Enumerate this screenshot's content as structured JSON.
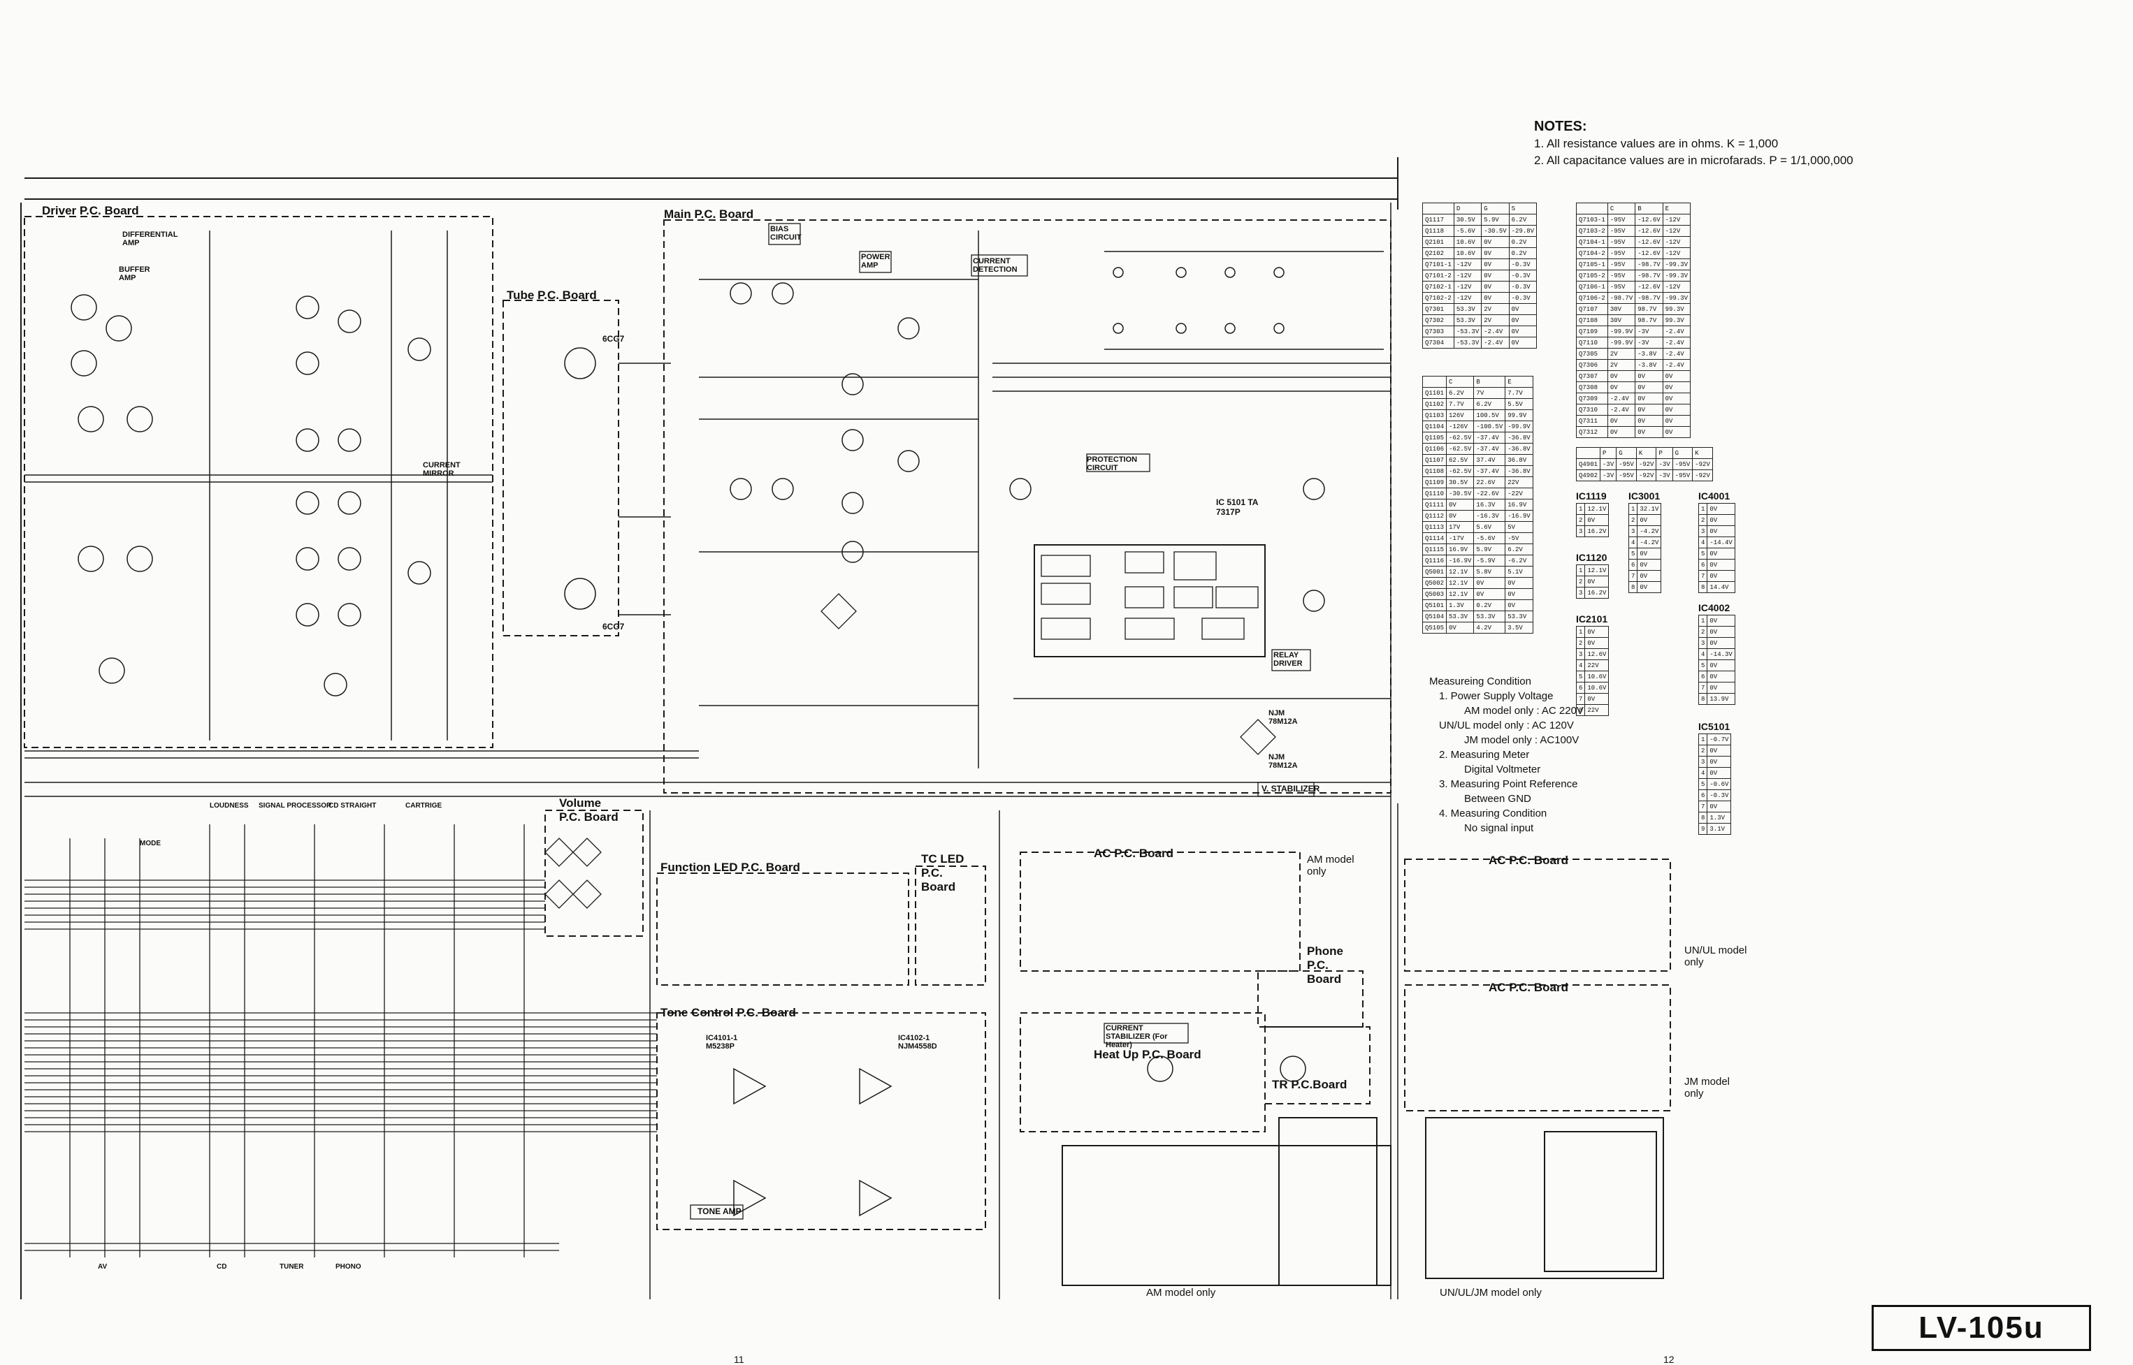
{
  "notes": {
    "title": "NOTES:",
    "items": [
      "1.  All resistance values are in ohms.  K = 1,000",
      "2.  All capacitance values are in microfarads.  P = 1/1,000,000"
    ]
  },
  "boards": {
    "driver": "Driver P.C. Board",
    "tube": "Tube P.C. Board",
    "main": "Main P.C. Board",
    "volume": "Volume P.C. Board",
    "function_led": "Function LED P.C. Board",
    "tc_led": "TC LED P.C. Board",
    "tone_control": "Tone Control P.C. Board",
    "ac_am": "AC P.C. Board",
    "ac_unul": "AC P.C. Board",
    "ac_jm": "AC P.C. Board",
    "phone": "Phone P.C. Board",
    "heat_up": "Heat Up P.C. Board",
    "tr": "TR P.C.Board"
  },
  "circuit_labels": {
    "protection": "PROTECTION CIRCUIT",
    "bias": "BIAS CIRCUIT",
    "current_detection": "CURRENT DETECTION",
    "power_amp": "POWER AMP",
    "relay_driver": "RELAY DRIVER",
    "v_stabilizer": "V. STABILIZER",
    "current_stabilizer": "CURRENT STABILIZER (For Heater)",
    "tone_amp": "TONE AMP",
    "differential_amp": "DIFFERENTIAL AMP",
    "buffer_amp": "BUFFER AMP",
    "current_mirror": "CURRENT MIRROR"
  },
  "voltage_table_1": {
    "header": [
      "",
      "D",
      "G",
      "S"
    ],
    "rows": [
      [
        "Q1117",
        "30.5V",
        "5.9V",
        "6.2V"
      ],
      [
        "Q1118",
        "-5.6V",
        "-30.5V",
        "-29.8V"
      ],
      [
        "Q2101",
        "10.6V",
        "0V",
        "0.2V"
      ],
      [
        "Q2102",
        "10.6V",
        "0V",
        "0.2V"
      ],
      [
        "Q7101-1",
        "-12V",
        "0V",
        "-0.3V"
      ],
      [
        "Q7101-2",
        "-12V",
        "0V",
        "-0.3V"
      ],
      [
        "Q7102-1",
        "-12V",
        "0V",
        "-0.3V"
      ],
      [
        "Q7102-2",
        "-12V",
        "0V",
        "-0.3V"
      ],
      [
        "Q7301",
        "53.3V",
        "2V",
        "0V"
      ],
      [
        "Q7302",
        "53.3V",
        "2V",
        "0V"
      ],
      [
        "Q7303",
        "-53.3V",
        "-2.4V",
        "0V"
      ],
      [
        "Q7304",
        "-53.3V",
        "-2.4V",
        "0V"
      ]
    ]
  },
  "voltage_table_2": {
    "header": [
      "",
      "C",
      "B",
      "E"
    ],
    "rows": [
      [
        "Q7103-1",
        "-95V",
        "-12.6V",
        "-12V"
      ],
      [
        "Q7103-2",
        "-95V",
        "-12.6V",
        "-12V"
      ],
      [
        "Q7104-1",
        "-95V",
        "-12.6V",
        "-12V"
      ],
      [
        "Q7104-2",
        "-95V",
        "-12.6V",
        "-12V"
      ],
      [
        "Q7105-1",
        "-95V",
        "-98.7V",
        "-99.3V"
      ],
      [
        "Q7105-2",
        "-95V",
        "-98.7V",
        "-99.3V"
      ],
      [
        "Q7106-1",
        "-95V",
        "-12.6V",
        "-12V"
      ],
      [
        "Q7106-2",
        "-98.7V",
        "-98.7V",
        "-99.3V"
      ],
      [
        "Q7107",
        "30V",
        "98.7V",
        "99.3V"
      ],
      [
        "Q7108",
        "30V",
        "98.7V",
        "99.3V"
      ],
      [
        "Q7109",
        "-99.9V",
        "-3V",
        "-2.4V"
      ],
      [
        "Q7110",
        "-99.9V",
        "-3V",
        "-2.4V"
      ],
      [
        "Q7305",
        "2V",
        "-3.8V",
        "-2.4V"
      ],
      [
        "Q7306",
        "2V",
        "-3.8V",
        "-2.4V"
      ],
      [
        "Q7307",
        "0V",
        "0V",
        "0V"
      ],
      [
        "Q7308",
        "0V",
        "0V",
        "0V"
      ],
      [
        "Q7309",
        "-2.4V",
        "0V",
        "0V"
      ],
      [
        "Q7310",
        "-2.4V",
        "0V",
        "0V"
      ],
      [
        "Q7311",
        "0V",
        "0V",
        "0V"
      ],
      [
        "Q7312",
        "0V",
        "0V",
        "0V"
      ]
    ]
  },
  "voltage_table_3": {
    "header": [
      "",
      "C",
      "B",
      "E"
    ],
    "rows": [
      [
        "Q1101",
        "6.2V",
        "7V",
        "7.7V"
      ],
      [
        "Q1102",
        "7.7V",
        "6.2V",
        "5.5V"
      ],
      [
        "Q1103",
        "126V",
        "100.5V",
        "99.9V"
      ],
      [
        "Q1104",
        "-126V",
        "-100.5V",
        "-99.9V"
      ],
      [
        "Q1105",
        "-62.5V",
        "-37.4V",
        "-36.8V"
      ],
      [
        "Q1106",
        "-62.5V",
        "-37.4V",
        "-36.8V"
      ],
      [
        "Q1107",
        "62.5V",
        "37.4V",
        "36.8V"
      ],
      [
        "Q1108",
        "-62.5V",
        "-37.4V",
        "-36.8V"
      ],
      [
        "Q1109",
        "30.5V",
        "22.6V",
        "22V"
      ],
      [
        "Q1110",
        "-30.5V",
        "-22.6V",
        "-22V"
      ],
      [
        "Q1111",
        "0V",
        "16.3V",
        "16.9V"
      ],
      [
        "Q1112",
        "0V",
        "-16.3V",
        "-16.9V"
      ],
      [
        "Q1113",
        "17V",
        "5.6V",
        "5V"
      ],
      [
        "Q1114",
        "-17V",
        "-5.6V",
        "-5V"
      ],
      [
        "Q1115",
        "16.9V",
        "5.9V",
        "6.2V"
      ],
      [
        "Q1116",
        "-16.9V",
        "-5.9V",
        "-6.2V"
      ],
      [
        "Q5001",
        "12.1V",
        "5.8V",
        "5.1V"
      ],
      [
        "Q5002",
        "12.1V",
        "0V",
        "0V"
      ],
      [
        "Q5003",
        "12.1V",
        "0V",
        "0V"
      ],
      [
        "Q5101",
        "1.3V",
        "0.2V",
        "0V"
      ],
      [
        "Q5104",
        "53.3V",
        "53.3V",
        "53.3V"
      ],
      [
        "Q5105",
        "0V",
        "4.2V",
        "3.5V"
      ]
    ]
  },
  "voltage_table_4": {
    "header": [
      "",
      "P",
      "G",
      "K",
      "P",
      "G",
      "K"
    ],
    "rows": [
      [
        "Q4901",
        "-3V",
        "-95V",
        "-92V",
        "-3V",
        "-95V",
        "-92V"
      ],
      [
        "Q4902",
        "-3V",
        "-95V",
        "-92V",
        "-3V",
        "-95V",
        "-92V"
      ]
    ]
  },
  "ic_tables": [
    {
      "name": "IC1119",
      "rows": [
        [
          "1",
          "12.1V"
        ],
        [
          "2",
          "0V"
        ],
        [
          "3",
          "16.2V"
        ]
      ]
    },
    {
      "name": "IC1120",
      "rows": [
        [
          "1",
          "12.1V"
        ],
        [
          "2",
          "0V"
        ],
        [
          "3",
          "16.2V"
        ]
      ]
    },
    {
      "name": "IC3001",
      "rows": [
        [
          "1",
          "32.1V"
        ],
        [
          "2",
          "0V"
        ],
        [
          "3",
          "-4.2V"
        ],
        [
          "4",
          "-4.2V"
        ],
        [
          "5",
          "0V"
        ],
        [
          "6",
          "0V"
        ],
        [
          "7",
          "0V"
        ],
        [
          "8",
          "0V"
        ]
      ]
    },
    {
      "name": "IC2101",
      "rows": [
        [
          "1",
          "0V"
        ],
        [
          "2",
          "0V"
        ],
        [
          "3",
          "12.6V"
        ],
        [
          "4",
          "22V"
        ],
        [
          "5",
          "10.6V"
        ],
        [
          "6",
          "10.6V"
        ],
        [
          "7",
          "0V"
        ],
        [
          "8",
          "22V"
        ]
      ]
    },
    {
      "name": "IC4001",
      "rows": [
        [
          "1",
          "0V"
        ],
        [
          "2",
          "0V"
        ],
        [
          "3",
          "0V"
        ],
        [
          "4",
          "-14.4V"
        ],
        [
          "5",
          "0V"
        ],
        [
          "6",
          "0V"
        ],
        [
          "7",
          "0V"
        ],
        [
          "8",
          "14.4V"
        ]
      ]
    },
    {
      "name": "IC4002",
      "rows": [
        [
          "1",
          "0V"
        ],
        [
          "2",
          "0V"
        ],
        [
          "3",
          "0V"
        ],
        [
          "4",
          "-14.3V"
        ],
        [
          "5",
          "0V"
        ],
        [
          "6",
          "0V"
        ],
        [
          "7",
          "0V"
        ],
        [
          "8",
          "13.9V"
        ]
      ]
    },
    {
      "name": "IC5101",
      "rows": [
        [
          "1",
          "-0.7V"
        ],
        [
          "2",
          "0V"
        ],
        [
          "3",
          "0V"
        ],
        [
          "4",
          "0V"
        ],
        [
          "5",
          "-0.6V"
        ],
        [
          "6",
          "-0.3V"
        ],
        [
          "7",
          "0V"
        ],
        [
          "8",
          "1.3V"
        ],
        [
          "9",
          "3.1V"
        ]
      ]
    }
  ],
  "measuring": {
    "title": "Measureing Condition",
    "lines": [
      "1. Power Supply Voltage",
      "AM model only : AC 220V",
      "UN/UL model only : AC 120V",
      "JM model only : AC100V",
      "2. Measuring Meter",
      "Digital Voltmeter",
      "3. Measuring Point Reference",
      "Between GND",
      "4. Measuring Condition",
      "No signal input"
    ]
  },
  "model_labels": {
    "am_only_top": "AM model only",
    "unul_only": "UN/UL model only",
    "jm_only": "JM model only",
    "am_only_bottom": "AM model only",
    "unul_jm_only": "UN/UL/JM model only"
  },
  "switch_labels": {
    "loudness": "LOUDNESS",
    "signal_processor": "SIGNAL PROCESSOR",
    "cd_straight": "CD STRAIGHT",
    "cartrige": "CARTRIGE",
    "mode": "MODE",
    "cd": "CD",
    "tuner": "TUNER",
    "phono": "PHONO",
    "av": "AV"
  },
  "ic_parts": {
    "ic5101": "IC 5101 TA 7317P",
    "njm_top": "NJM 78M12A",
    "njm_bottom": "NJM 78M12A",
    "ic4101": "IC4101-1 M5238P",
    "ic4102": "IC4102-1 NJM4558D"
  },
  "tube_parts": [
    "6CG7",
    "6CG7"
  ],
  "title_block": {
    "model": "LV-105u"
  },
  "page_numbers": [
    "11",
    "12"
  ]
}
